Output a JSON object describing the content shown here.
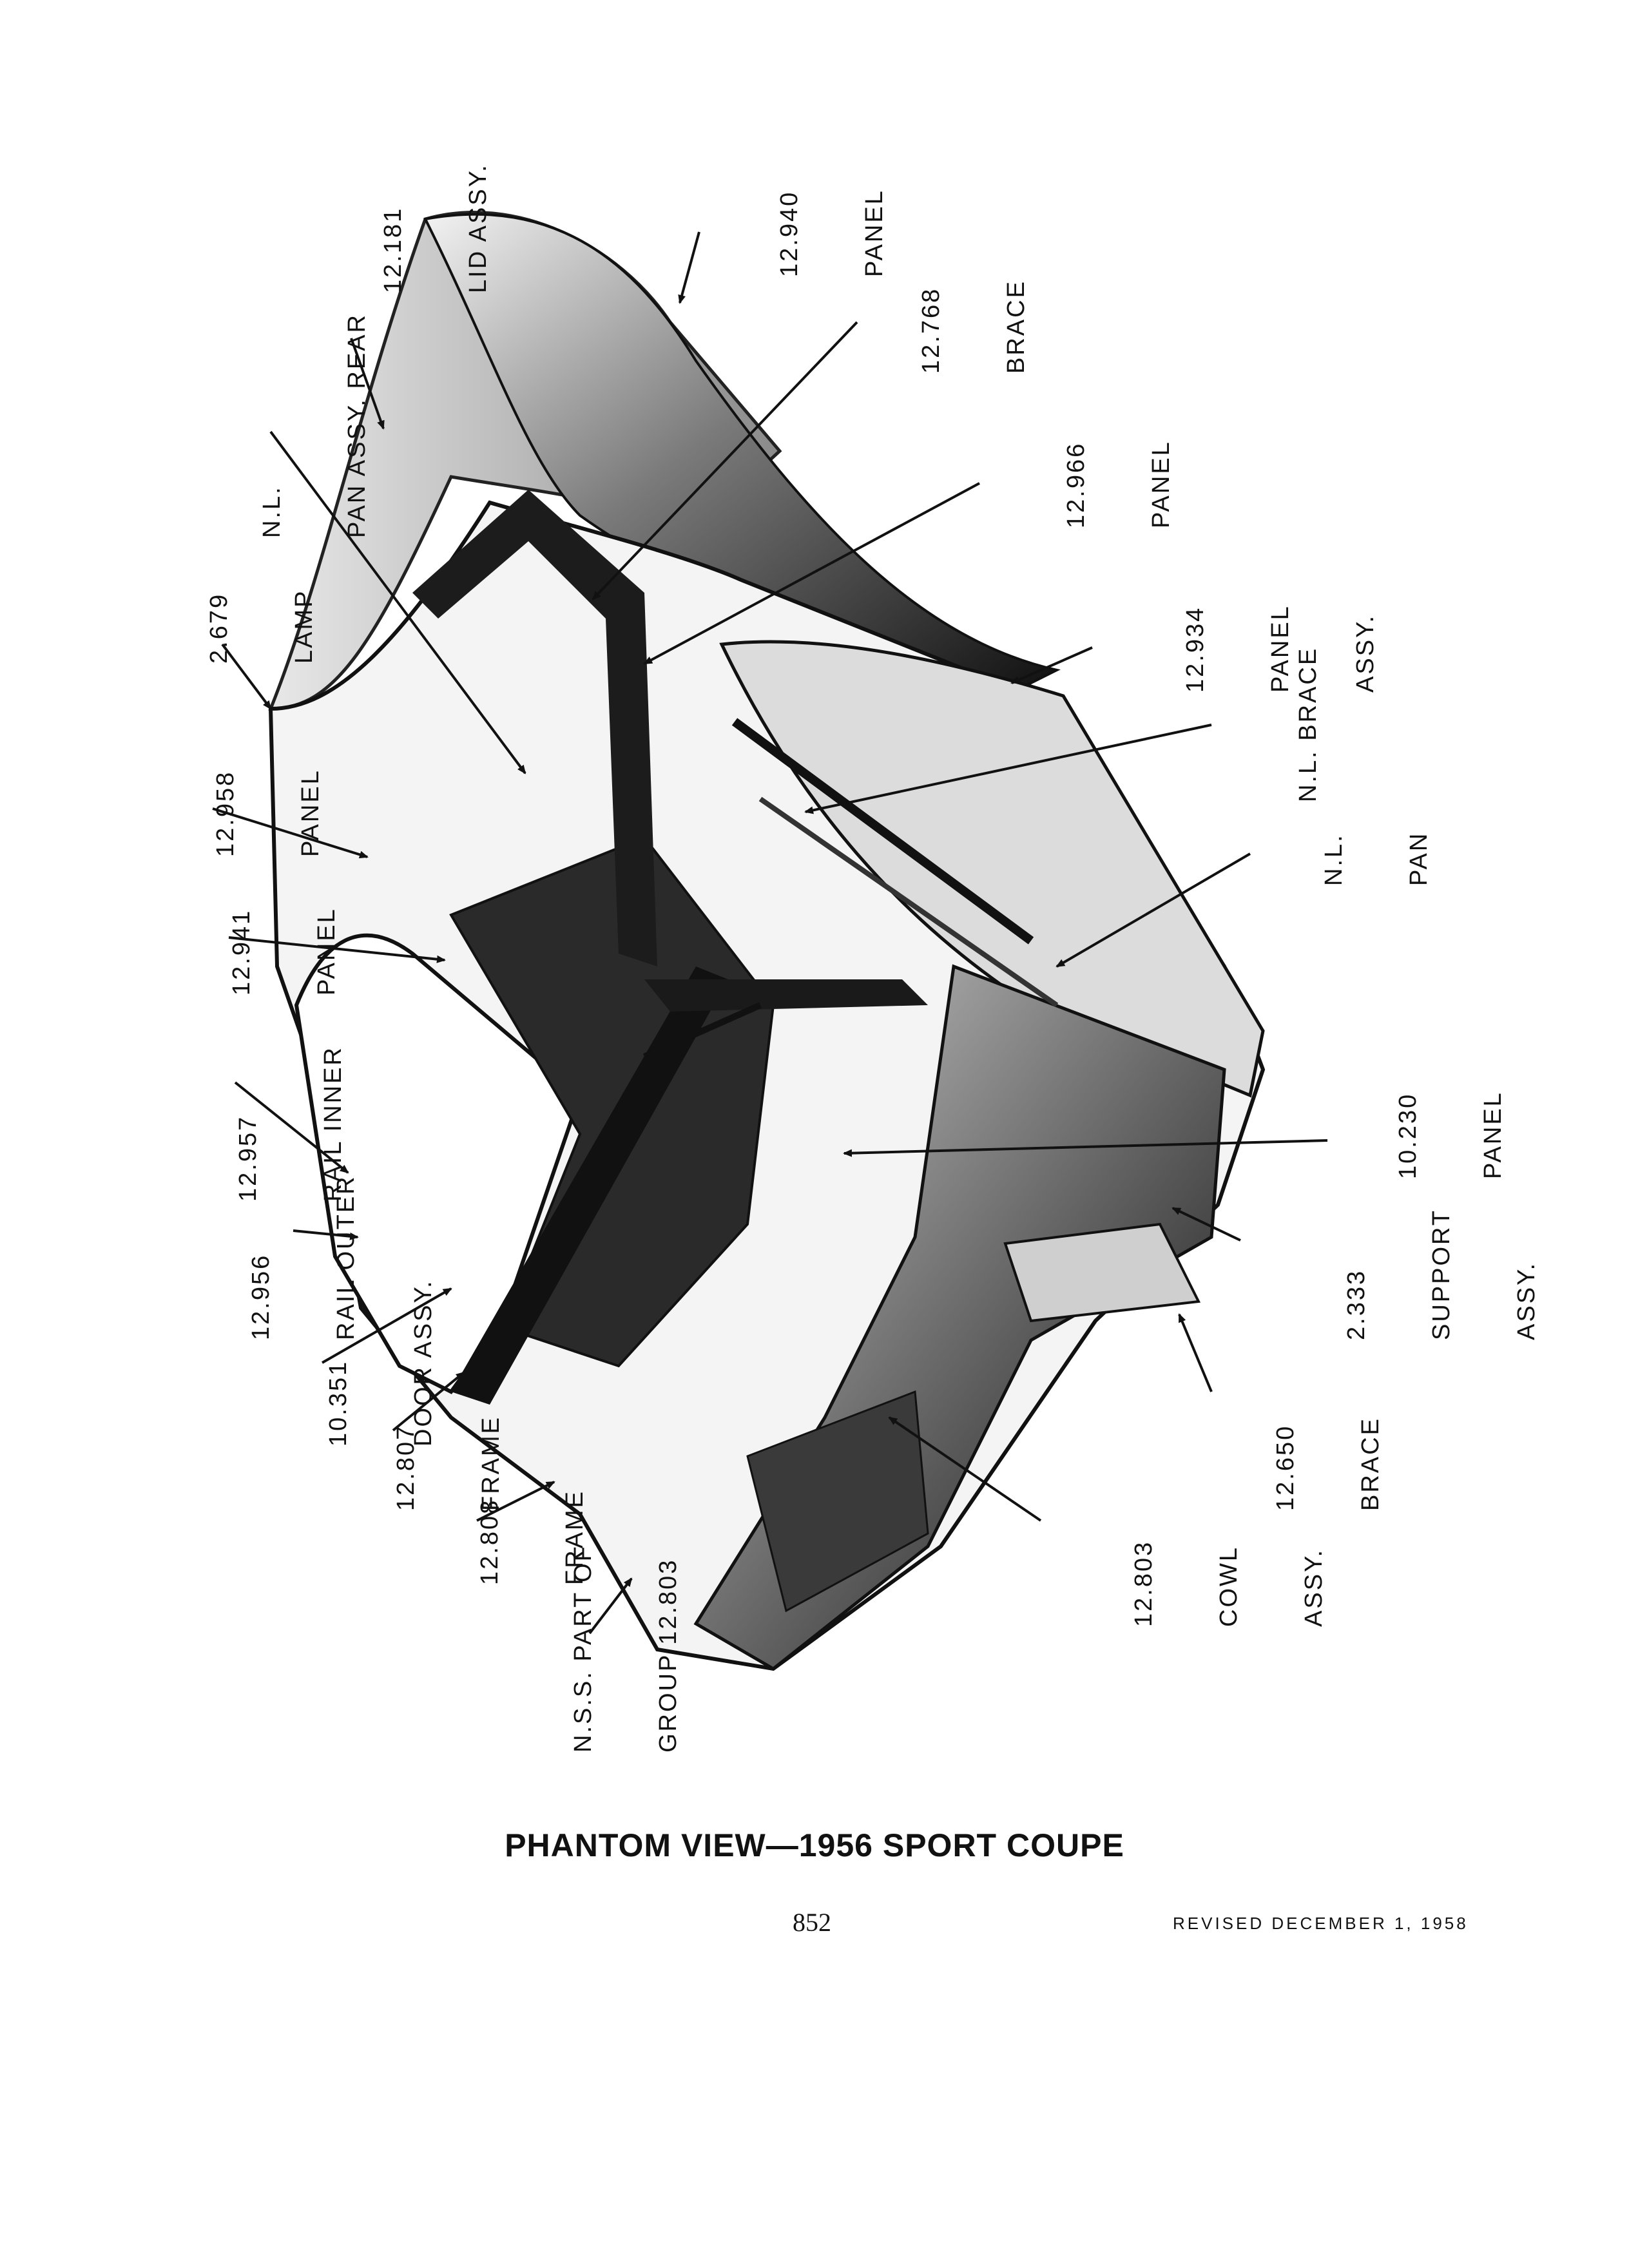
{
  "diagram": {
    "title": "PHANTOM VIEW—1956 SPORT COUPE",
    "callouts": [
      {
        "id": "lid",
        "lines": [
          "12.181",
          "LID ASSY."
        ]
      },
      {
        "id": "panel-940",
        "lines": [
          "12.940",
          "PANEL"
        ]
      },
      {
        "id": "brace-768",
        "lines": [
          "12.768",
          "BRACE"
        ]
      },
      {
        "id": "pan-rear",
        "lines": [
          "N.L.",
          "PAN ASSY. REAR"
        ]
      },
      {
        "id": "panel-966",
        "lines": [
          "12.966",
          "PANEL"
        ]
      },
      {
        "id": "lamp",
        "lines": [
          "2.679",
          "LAMP"
        ]
      },
      {
        "id": "panel-934",
        "lines": [
          "12.934",
          "PANEL",
          "ASSY."
        ]
      },
      {
        "id": "nl-brace",
        "lines": [
          "N.L. BRACE"
        ]
      },
      {
        "id": "panel-958",
        "lines": [
          "12.958",
          "PANEL"
        ]
      },
      {
        "id": "nl-pan",
        "lines": [
          "N.L.",
          "PAN"
        ]
      },
      {
        "id": "panel-941",
        "lines": [
          "12.941",
          "PANEL"
        ]
      },
      {
        "id": "rail-inner",
        "lines": [
          "12.957",
          "RAIL INNER"
        ]
      },
      {
        "id": "panel-230",
        "lines": [
          "10.230",
          "PANEL"
        ]
      },
      {
        "id": "rail-outer",
        "lines": [
          "12.956",
          "RAIL OUTER"
        ]
      },
      {
        "id": "support",
        "lines": [
          "2.333",
          "SUPPORT",
          "ASSY."
        ]
      },
      {
        "id": "door",
        "lines": [
          "10.351",
          "DOOR ASSY."
        ]
      },
      {
        "id": "frame-807",
        "lines": [
          "12.807",
          "FRAME"
        ]
      },
      {
        "id": "brace-650",
        "lines": [
          "12.650",
          "BRACE"
        ]
      },
      {
        "id": "frame-808",
        "lines": [
          "12.808",
          "FRAME"
        ]
      },
      {
        "id": "cowl",
        "lines": [
          "12.803",
          "COWL",
          "ASSY."
        ]
      },
      {
        "id": "nss",
        "lines": [
          "N.S.S. PART OF",
          "GROUP 12.803"
        ]
      }
    ]
  },
  "footer": {
    "page_number": "852",
    "revised": "REVISED DECEMBER 1, 1958"
  }
}
